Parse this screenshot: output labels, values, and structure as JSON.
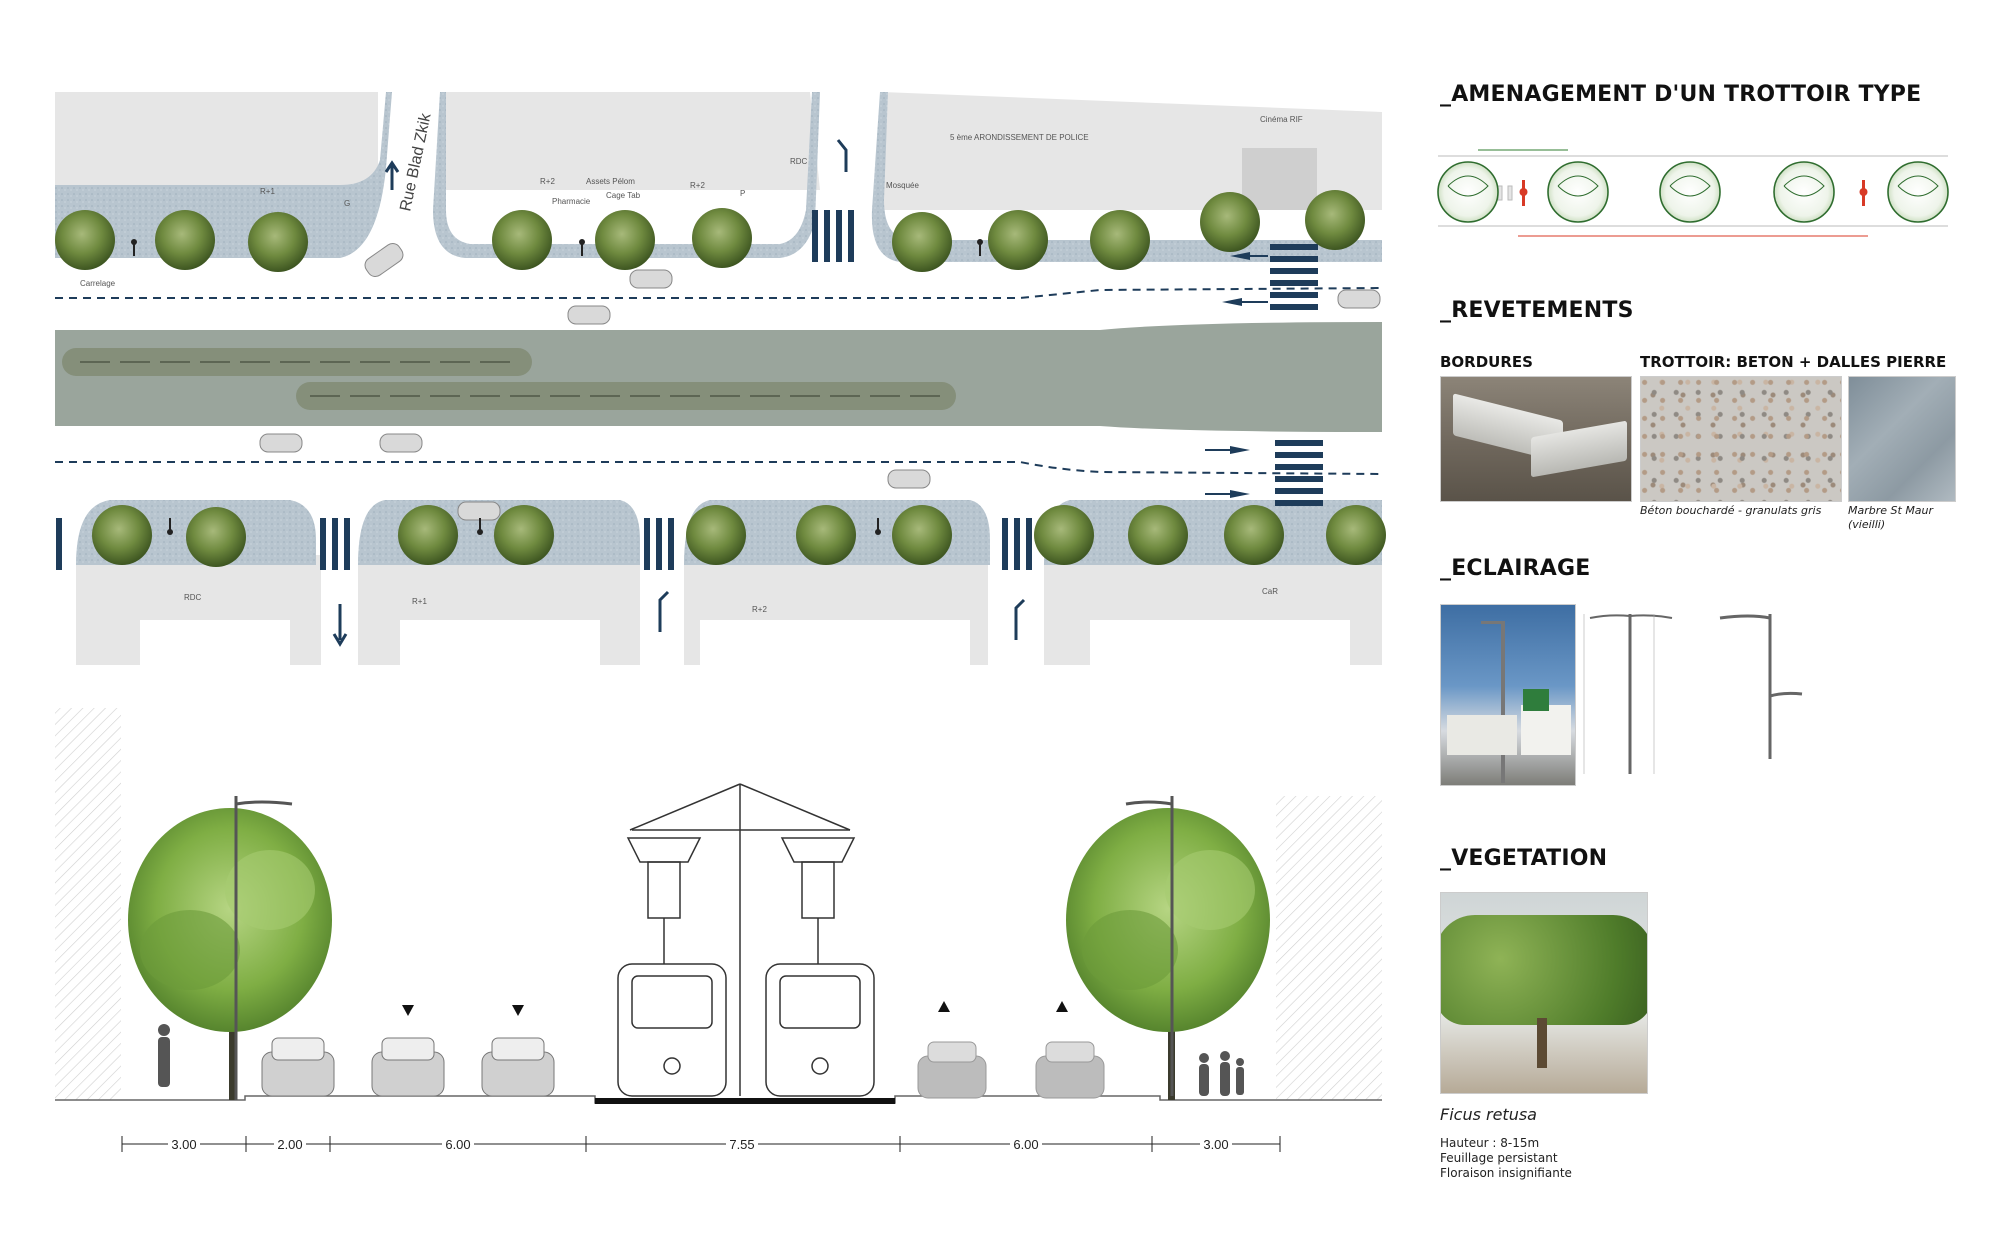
{
  "plan": {
    "street_label": "Rue Blad Zkik",
    "tags": {
      "police": "5 ème ARONDISSEMENT DE POLICE",
      "cinema": "Cinéma RIF",
      "pharmacie": "Pharmacie",
      "assets": "Assets Pélom",
      "cafe": "Cage Tab",
      "mosquee": "Mosquée",
      "carrelage": "Carrelage"
    },
    "floors": [
      "R+1",
      "R+2",
      "RDC",
      "R+2",
      "G",
      "P",
      "R+1",
      "R+2",
      "RDC",
      "CaR"
    ]
  },
  "section": {
    "dimensions": [
      "3.00",
      "2.00",
      "6.00",
      "7.55",
      "6.00",
      "3.00"
    ]
  },
  "right_panel": {
    "amenagement_title": "_AMENAGEMENT D'UN TROTTOIR TYPE",
    "revetements_title": "_REVETEMENTS",
    "bordures_label": "BORDURES",
    "trottoir_label": "TROTTOIR: BETON + DALLES PIERRE",
    "beton_caption": "Béton bouchardé - granulats gris",
    "marbre_caption": "Marbre St Maur (vieilli)",
    "eclairage_title": "_ECLAIRAGE",
    "vegetation_title": "_VEGETATION",
    "species": "Ficus retusa",
    "hauteur": "Hauteur : 8-15m",
    "feuillage": "Feuillage persistant",
    "floraison": "Floraison insignifiante"
  },
  "colors": {
    "tram_platform": "#9aa59c",
    "sidewalk": "#b9c6cf",
    "tree_canopy": "#5e7a35",
    "accent_navy": "#1e3c5a",
    "red_marker": "#d83a26",
    "building": "#e6e6e6"
  }
}
